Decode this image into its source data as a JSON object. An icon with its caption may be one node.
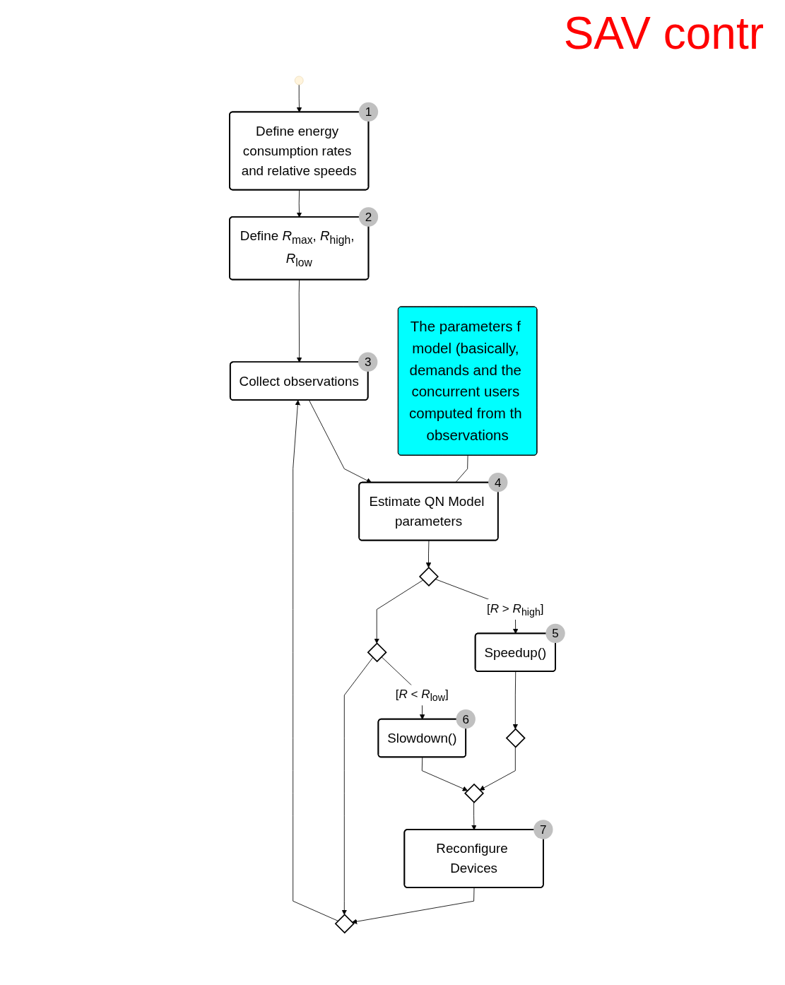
{
  "diagram": {
    "title": "SAV contr",
    "nodes": [
      {
        "text": [],
        "shape": "circle"
      },
      {
        "text": [
          "Define energy consumption rates and relative speeds"
        ],
        "beside": [
          "1"
        ]
      },
      {
        "text": [
          "Define *R*$_{max}$, *R*$_{high}$, *R*$_{low}$"
        ],
        "beside": [
          "2"
        ]
      },
      {
        "text": [
          "Collect observations"
        ],
        "beside": [
          "3"
        ]
      },
      {
        "text": [
          "Estimate QN Model parameters"
        ],
        "beside": [
          "4"
        ]
      },
      {
        "text": [],
        "shape": "diamond"
      },
      {
        "text": [
          "Speedup()"
        ],
        "beside": [
          "5"
        ]
      },
      {
        "text": [],
        "shape": "diamond"
      },
      {
        "text": [],
        "shape": "diamond"
      },
      {
        "text": [
          "Slowdown()"
        ],
        "beside": [
          "6"
        ]
      },
      {
        "text": [],
        "shape": "diamond"
      },
      {
        "text": [],
        "shape": "diamond"
      },
      {
        "text": [
          "Reconfigure Devices"
        ],
        "beside": [
          "7"
        ]
      },
      {
        "text": [
          "The parameters f model (basically, demands and the concurrent users computed from th observations"
        ]
      }
    ],
    "edges": [
      {
        "from": 0,
        "to": 1,
        "arrow": "to"
      },
      {
        "from": 1,
        "to": 2,
        "arrow": "to"
      },
      {
        "from": 2,
        "to": 3,
        "arrow": "to"
      },
      {
        "from": 3,
        "to": 4,
        "arrow": "to"
      },
      {
        "from": 4,
        "to": 5,
        "arrow": "to"
      },
      {
        "from": 5,
        "to": 6,
        "arrow": "to",
        "label": "[*R* > *R*$_{high}$]"
      },
      {
        "from": 6,
        "to": 7,
        "arrow": "to"
      },
      {
        "from": 5,
        "to": 8,
        "arrow": "to"
      },
      {
        "from": 8,
        "to": 9,
        "arrow": "to",
        "label": "[*R* < *R*$_{low}$]"
      },
      {
        "from": 9,
        "to": 10,
        "arrow": "to"
      },
      {
        "from": 7,
        "to": 10,
        "arrow": "to"
      },
      {
        "from": 8,
        "to": 11,
        "arrow": "to"
      },
      {
        "from": 10,
        "to": 12,
        "arrow": "to"
      },
      {
        "from": 12,
        "to": 11,
        "arrow": "to"
      },
      {
        "from": 11,
        "to": 3,
        "arrow": "to"
      },
      {
        "from": 13,
        "to": 4,
        "arrow": "none"
      }
    ]
  }
}
